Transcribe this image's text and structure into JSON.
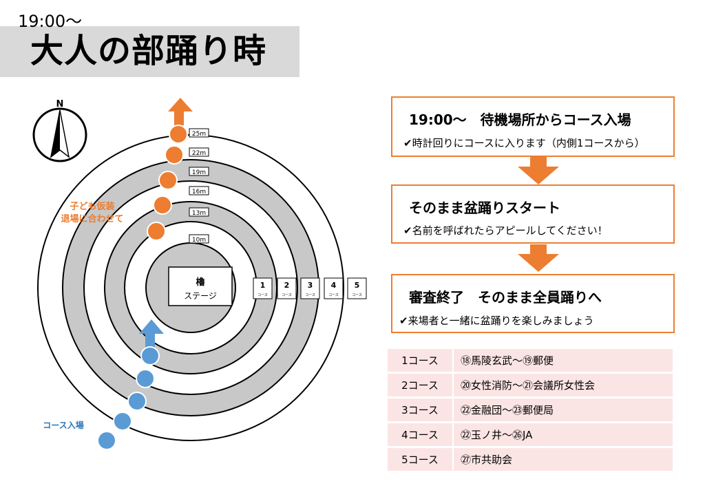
{
  "header": {
    "time": "19:00〜",
    "title": "大人の部踊り時"
  },
  "compass": {
    "label": "N"
  },
  "rings": {
    "labels": [
      "25m",
      "22m",
      "19m",
      "16m",
      "13m",
      "10m"
    ]
  },
  "stage": {
    "name": "櫓",
    "sub": "ステージ"
  },
  "course_boxes": [
    {
      "num": "1",
      "sub": "コース"
    },
    {
      "num": "2",
      "sub": "コース"
    },
    {
      "num": "3",
      "sub": "コース"
    },
    {
      "num": "4",
      "sub": "コース"
    },
    {
      "num": "5",
      "sub": "コース"
    }
  ],
  "annotations": {
    "exit_line1": "子ども仮装",
    "exit_line2": "退場に合わせて",
    "entry": "コース入場"
  },
  "flow": [
    {
      "title": "19:00〜　待機場所からコース入場",
      "sub": "✔時計回りにコースに入ります（内側1コースから）"
    },
    {
      "title": "そのまま盆踊りスタート",
      "sub": "✔名前を呼ばれたらアピールしてください！"
    },
    {
      "title": "審査終了　そのまま全員踊りへ",
      "sub": "✔来場者と一緒に盆踊りを楽しみましょう"
    }
  ],
  "courses": [
    {
      "course": "1コース",
      "groups": "⑱馬陵玄武〜⑲郵便"
    },
    {
      "course": "2コース",
      "groups": "⑳女性消防〜㉑会議所女性会"
    },
    {
      "course": "3コース",
      "groups": "㉒金融団〜㉓郵便局"
    },
    {
      "course": "4コース",
      "groups": "㉒玉ノ井〜㉖JA"
    },
    {
      "course": "5コース",
      "groups": "㉗市共助会"
    }
  ],
  "colors": {
    "exit": "#ed7d31",
    "entry": "#5b9bd5",
    "ring": "#c8c8c8",
    "accent": "#ed7d31",
    "table": "#fbe5e4"
  }
}
